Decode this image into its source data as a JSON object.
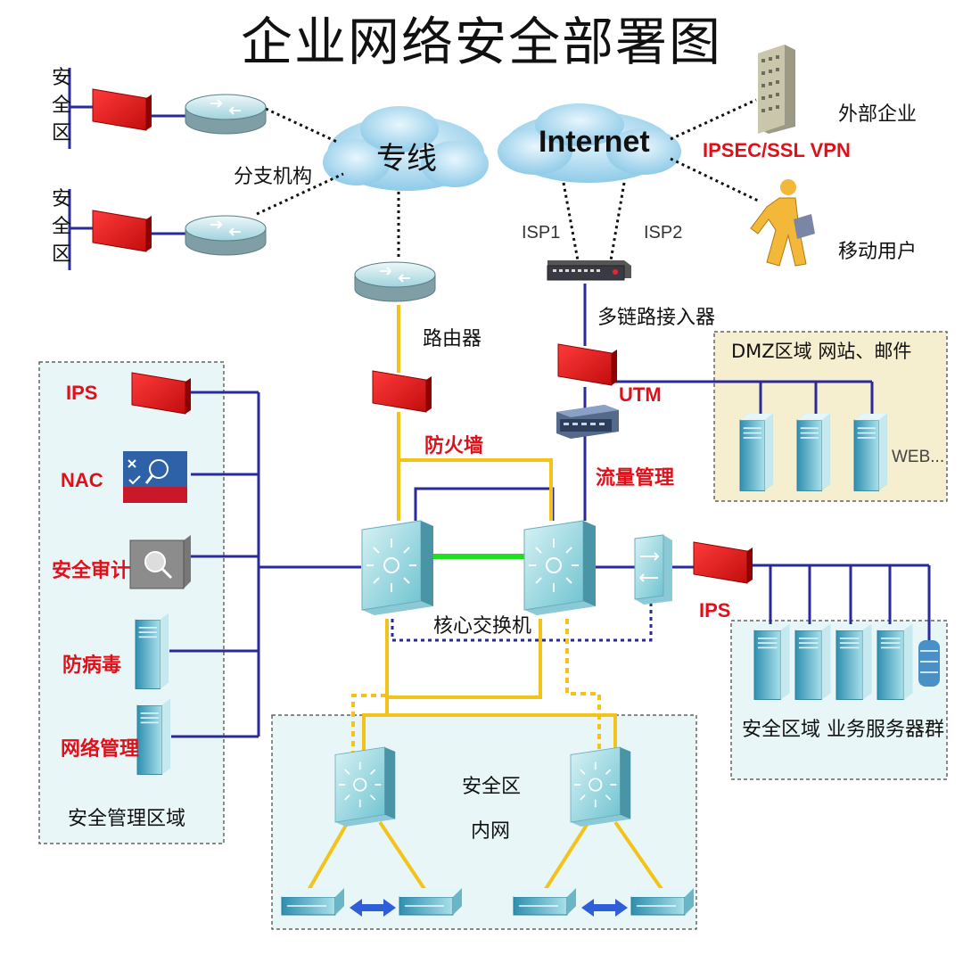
{
  "title": "企业网络安全部署图",
  "branch": {
    "zone_label": "安全区",
    "label": "分支机构"
  },
  "clouds": {
    "private_line": "专线",
    "internet": "Internet"
  },
  "external": {
    "enterprise": "外部企业",
    "vpn": "IPSEC/SSL VPN",
    "mobile": "移动用户"
  },
  "isp": [
    "ISP1",
    "ISP2"
  ],
  "devices": {
    "multilink": "多链路接入器",
    "router": "路由器",
    "utm": "UTM",
    "firewall": "防火墙",
    "traffic": "流量管理",
    "core_switch": "核心交换机",
    "ips_server": "IPS"
  },
  "dmz": {
    "title": "DMZ区域  网站、邮件",
    "web": "WEB..."
  },
  "mgmt": {
    "items": [
      "IPS",
      "NAC",
      "安全审计",
      "防病毒",
      "网络管理"
    ],
    "zone": "安全管理区域"
  },
  "server_zone": "安全区域  业务服务器群",
  "intranet": {
    "line1": "安全区",
    "line2": "内网"
  },
  "colors": {
    "blue_link": "#2a2a9a",
    "yellow_link": "#f2c31a",
    "green_link": "#22dd22",
    "firewall_red": "#e31f1f",
    "label_red": "#e0101a",
    "zone_fill": "#e9f6f8",
    "dmz_fill": "#f6efcf"
  }
}
